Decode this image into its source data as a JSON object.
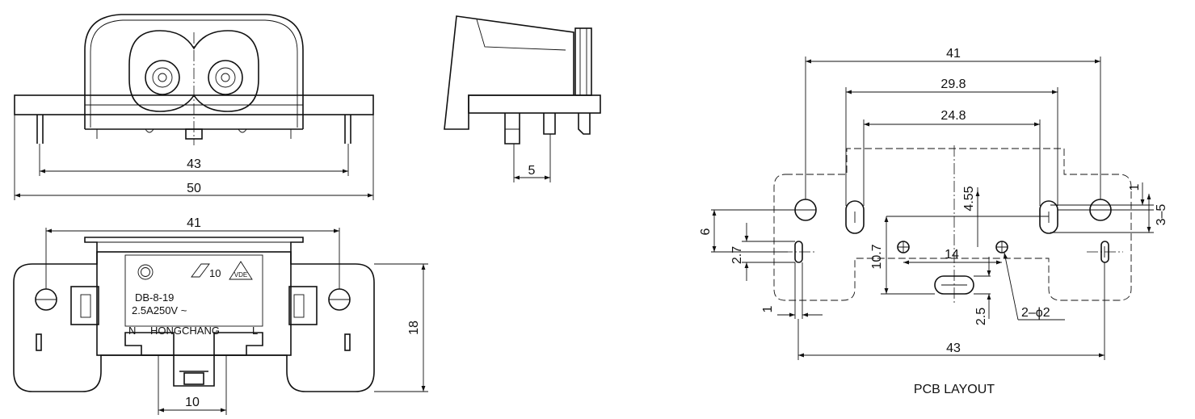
{
  "front_view": {
    "dim_43": "43",
    "dim_50": "50"
  },
  "side_view": {
    "dim_5": "5"
  },
  "bottom_view": {
    "dim_41": "41",
    "dim_18": "18",
    "dim_10": "10",
    "model": "DB-8-19",
    "rating": "2.5A250V ~",
    "brand": "HONGCHANG",
    "neutral_mark": "N",
    "live_mark": "L",
    "cert_ec_number": "10",
    "cert_vde": "VDE"
  },
  "pcb_layout": {
    "title": "PCB LAYOUT",
    "dim_41": "41",
    "dim_29_8": "29.8",
    "dim_24_8": "24.8",
    "dim_4_55": "4.55",
    "dim_1_top": "1",
    "dim_3_5": "3–5",
    "dim_6": "6",
    "dim_2_7": "2.7",
    "dim_10_7": "10.7",
    "dim_14": "14",
    "dim_1_bottom": "1",
    "dim_2_5": "2.5",
    "hole_spec": "2–ϕ2",
    "dim_43": "43"
  }
}
